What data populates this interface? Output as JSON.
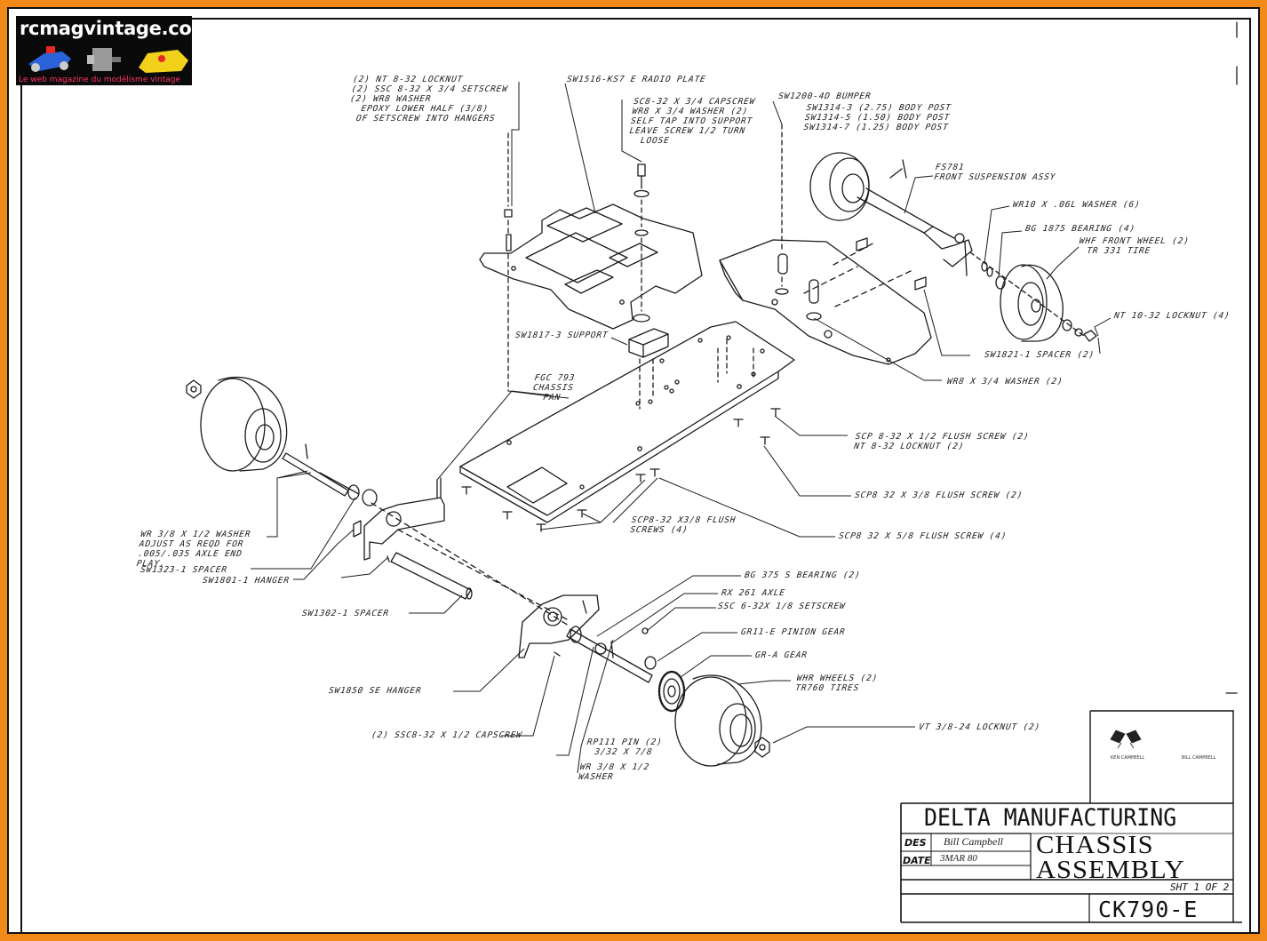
{
  "logo": {
    "site": "rcmagvintage.com",
    "tagline": "Le web magazine du modélisme vintage"
  },
  "labels": [
    {
      "id": "nt8-locknut",
      "lines": [
        "(2) NT 8-32 LOCKNUT",
        "(2) SSC 8-32 X 3/4 SETSCREW",
        "(2) WR8 WASHER",
        "EPOXY LOWER HALF (3/8)",
        "OF SETSCREW INTO HANGERS"
      ]
    },
    {
      "id": "radio-plate",
      "lines": [
        "SW1516-KS7 E RADIO PLATE"
      ]
    },
    {
      "id": "capscrew",
      "lines": [
        "SC8-32 X 3/4 CAPSCREW",
        "WR8 X 3/4 WASHER (2)",
        "SELF TAP INTO SUPPORT",
        "LEAVE SCREW 1/2 TURN",
        "LOOSE"
      ]
    },
    {
      "id": "bumper",
      "lines": [
        "SW1200-4D BUMPER"
      ]
    },
    {
      "id": "body-post",
      "lines": [
        "SW1314-3  (2.75) BODY POST",
        "SW1314-5  (1.50) BODY POST",
        "SW1314-7  (1.25) BODY POST"
      ]
    },
    {
      "id": "front-susp",
      "lines": [
        "FS781",
        "FRONT SUSPENSION ASSY"
      ]
    },
    {
      "id": "washer-wr10",
      "lines": [
        "WR10 X .06L WASHER (6)"
      ]
    },
    {
      "id": "bearing-bg1875",
      "lines": [
        "BG 1875 BEARING (4)"
      ]
    },
    {
      "id": "front-wheel",
      "lines": [
        "WHF FRONT WHEEL (2)",
        "TR 331 TIRE"
      ]
    },
    {
      "id": "nt10-locknut",
      "lines": [
        "NT 10-32 LOCKNUT (4)"
      ]
    },
    {
      "id": "support",
      "lines": [
        "SW1817-3 SUPPORT"
      ]
    },
    {
      "id": "chassis-pan",
      "lines": [
        "FGC 793",
        "CHASSIS",
        "PAN"
      ]
    },
    {
      "id": "spacer-sw1821",
      "lines": [
        "SW1821-1 SPACER (2)"
      ]
    },
    {
      "id": "wr8-washer",
      "lines": [
        "WR8 X 3/4  WASHER (2)"
      ]
    },
    {
      "id": "flush-screw-1",
      "lines": [
        "SCP 8-32 X 1/2 FLUSH SCREW (2)",
        "NT 8-32 LOCKNUT (2)"
      ]
    },
    {
      "id": "flush-screw-2",
      "lines": [
        "SCP8 32 X 3/8 FLUSH SCREW (2)"
      ]
    },
    {
      "id": "flush-screw-3",
      "lines": [
        "SCP8 32 X 5/8 FLUSH SCREW (4)"
      ]
    },
    {
      "id": "flush-screw-4",
      "lines": [
        "SCP8-32 X3/8 FLUSH",
        "SCREWS (4)"
      ]
    },
    {
      "id": "washer-wr38",
      "lines": [
        "WR 3/8 X 1/2 WASHER",
        "ADJUST AS REQD FOR",
        ".005/.035 AXLE END",
        "PLAY."
      ]
    },
    {
      "id": "spacer-sw1323",
      "lines": [
        "SW1323-1  SPACER"
      ]
    },
    {
      "id": "hanger-sw1801",
      "lines": [
        "SW1801-1 HANGER"
      ]
    },
    {
      "id": "spacer-sw1302",
      "lines": [
        "SW1302-1 SPACER"
      ]
    },
    {
      "id": "bearing-bg375",
      "lines": [
        "BG 375 S BEARING (2)"
      ]
    },
    {
      "id": "axle",
      "lines": [
        "RX 261 AXLE"
      ]
    },
    {
      "id": "setscrew-ssc6",
      "lines": [
        "SSC 6-32X 1/8 SETSCREW"
      ]
    },
    {
      "id": "pinion",
      "lines": [
        "GR11-E  PINION GEAR"
      ]
    },
    {
      "id": "gear",
      "lines": [
        "GR-A  GEAR"
      ]
    },
    {
      "id": "rear-wheels",
      "lines": [
        "WHR  WHEELS (2)",
        "TR760   TIRES"
      ]
    },
    {
      "id": "locknut-vt",
      "lines": [
        "VT 3/8-24 LOCKNUT (2)"
      ]
    },
    {
      "id": "hanger-sw1850",
      "lines": [
        "SW1850 SE HANGER"
      ]
    },
    {
      "id": "capscrew-ssc8",
      "lines": [
        "(2) SSC8-32 X 1/2 CAPSCREW"
      ]
    },
    {
      "id": "pin-rp111",
      "lines": [
        "RP111 PIN (2)",
        "3/32 X 7/8"
      ]
    },
    {
      "id": "washer-wr38b",
      "lines": [
        "WR 3/8 X 1/2",
        "WASHER"
      ]
    }
  ],
  "title_block": {
    "company": "DELTA MANUFACTURING",
    "title": [
      "CHASSIS",
      "ASSEMBLY"
    ],
    "des_label": "DES",
    "des_value": "Bill Campbell",
    "date_label": "DATE",
    "date_value": "3MAR 80",
    "sheet": "SHT  1 OF 2",
    "drawing_number": "CK790-E",
    "logo_names": [
      "KEN CAMPBELL",
      "BILL CAMPBELL"
    ]
  }
}
